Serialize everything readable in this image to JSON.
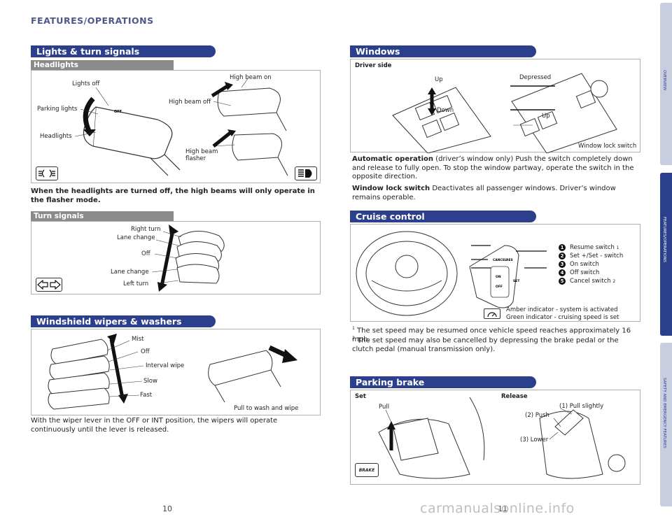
{
  "header": "FEATURES/OPERATIONS",
  "lights": {
    "title": "Lights & turn signals",
    "headlights_sub": "Headlights",
    "labels": {
      "lights_off": "Lights off",
      "parking_lights": "Parking lights",
      "headlights": "Headlights",
      "high_beam_on": "High beam on",
      "high_beam_off": "High beam off",
      "high_beam_flasher_1": "High beam",
      "high_beam_flasher_2": "flasher",
      "lever_off": "OFF"
    },
    "note": "When the headlights are turned off, the high beams will only operate in the flasher mode.",
    "turn_sub": "Turn signals",
    "turn_labels": {
      "right_turn": "Right turn",
      "lane_change_top": "Lane change",
      "off": "Off",
      "lane_change_bottom": "Lane change",
      "left_turn": "Left turn"
    }
  },
  "wipers": {
    "title": "Windshield wipers & washers",
    "labels": {
      "mist": "Mist",
      "off": "Off",
      "interval": "Interval wipe",
      "slow": "Slow",
      "fast": "Fast",
      "pull_wash": "Pull to wash and wipe"
    },
    "note": "With the wiper lever in the OFF or INT position, the wipers will operate continuously until the lever is released."
  },
  "windows": {
    "title": "Windows",
    "driver_side": "Driver side",
    "labels": {
      "up_left": "Up",
      "down": "Down",
      "depressed": "Depressed",
      "up_right": "Up",
      "lock_switch": "Window lock switch"
    },
    "auto_term": "Automatic operation",
    "auto_text": " (driver’s window only) Push the switch completely down and release to fully open. To stop the window partway, operate the switch in the opposite direction.",
    "lock_term": "Window lock switch",
    "lock_text": " Deactivates all passenger windows. Driver’s window remains operable."
  },
  "cruise": {
    "title": "Cruise control",
    "items": [
      {
        "n": "1",
        "label": "Resume switch",
        "sup": "1"
      },
      {
        "n": "2",
        "label": "Set +/Set - switch",
        "sup": ""
      },
      {
        "n": "3",
        "label": "On switch",
        "sup": ""
      },
      {
        "n": "4",
        "label": "Off switch",
        "sup": ""
      },
      {
        "n": "5",
        "label": "Cancel switch",
        "sup": "2"
      }
    ],
    "indicator_1": "Amber indicator - system is activated",
    "indicator_2": "Green indicator - cruising speed is set",
    "button_labels": {
      "cancel": "CANCEL",
      "res": "RES",
      "on": "ON",
      "off": "OFF",
      "set": "SET"
    },
    "fn1_mark": "1",
    "fn1": " The set speed may be resumed once vehicle speed reaches approximately 16 mph.",
    "fn2_mark": "2",
    "fn2": " The set speed may also be cancelled by depressing the brake pedal or the clutch pedal (manual transmission only)."
  },
  "parking": {
    "title": "Parking brake",
    "set": "Set",
    "release": "Release",
    "pull": "Pull",
    "pull_slightly": "(1) Pull slightly",
    "push": "(2) Push",
    "lower": "(3) Lower",
    "brake_icon_text": "BRAKE"
  },
  "sidebar": {
    "tab1": "OVERVIEW",
    "tab2": "FEATURES/OPERATIONS",
    "tab3": "SAFETY AND EMERGENCY FEATURES"
  },
  "pages": {
    "left": "10",
    "right": "11"
  },
  "watermark": "carmanualsonline.info",
  "colors": {
    "section": "#2b3f8c",
    "subsection": "#8a8a8a",
    "tab_active": "#2b3f8c",
    "tab_inactive": "#c9cde0"
  }
}
